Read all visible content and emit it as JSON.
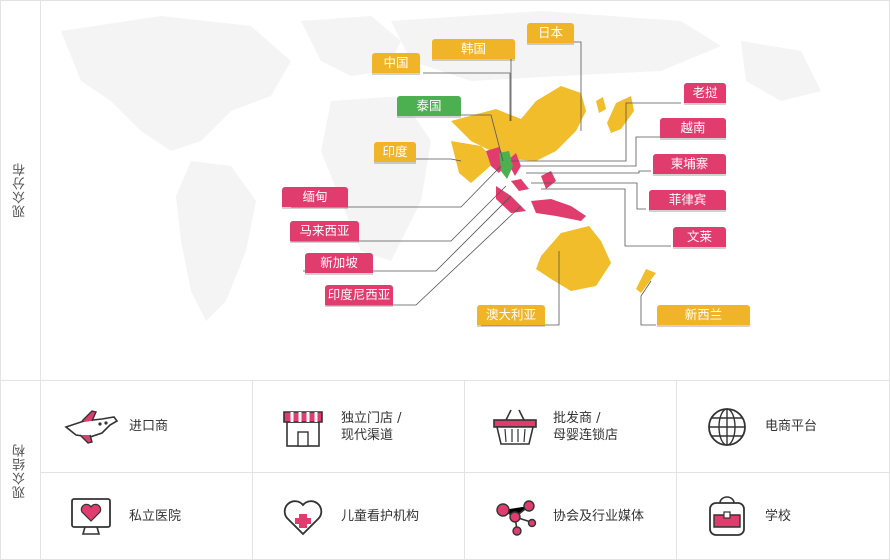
{
  "sections": {
    "distribution_label": "观众分布",
    "structure_label": "观众结构"
  },
  "map_labels": {
    "japan": "日本",
    "korea": "韩国",
    "china": "中国",
    "thailand": "泰国",
    "india": "印度",
    "myanmar": "缅甸",
    "malaysia": "马来西亚",
    "singapore": "新加坡",
    "indonesia": "印度尼西亚",
    "australia": "澳大利亚",
    "laos": "老挝",
    "vietnam": "越南",
    "cambodia": "柬埔寨",
    "philippines": "菲律宾",
    "brunei": "文莱",
    "new_zealand": "新西兰"
  },
  "colors": {
    "yellow": "#f0b429",
    "pink": "#e03c6e",
    "green": "#4caf50"
  },
  "audience": [
    {
      "icon": "airplane-icon",
      "line1": "进口商",
      "line2": ""
    },
    {
      "icon": "storefront-icon",
      "line1": "独立门店 /",
      "line2": "现代渠道"
    },
    {
      "icon": "shopping-basket-icon",
      "line1": "批发商 /",
      "line2": "母婴连锁店"
    },
    {
      "icon": "globe-icon",
      "line1": "电商平台",
      "line2": ""
    },
    {
      "icon": "monitor-heart-icon",
      "line1": "私立医院",
      "line2": ""
    },
    {
      "icon": "heart-cross-icon",
      "line1": "儿童看护机构",
      "line2": ""
    },
    {
      "icon": "network-nodes-icon",
      "line1": "协会及行业媒体",
      "line2": ""
    },
    {
      "icon": "school-bag-icon",
      "line1": "学校",
      "line2": ""
    }
  ]
}
